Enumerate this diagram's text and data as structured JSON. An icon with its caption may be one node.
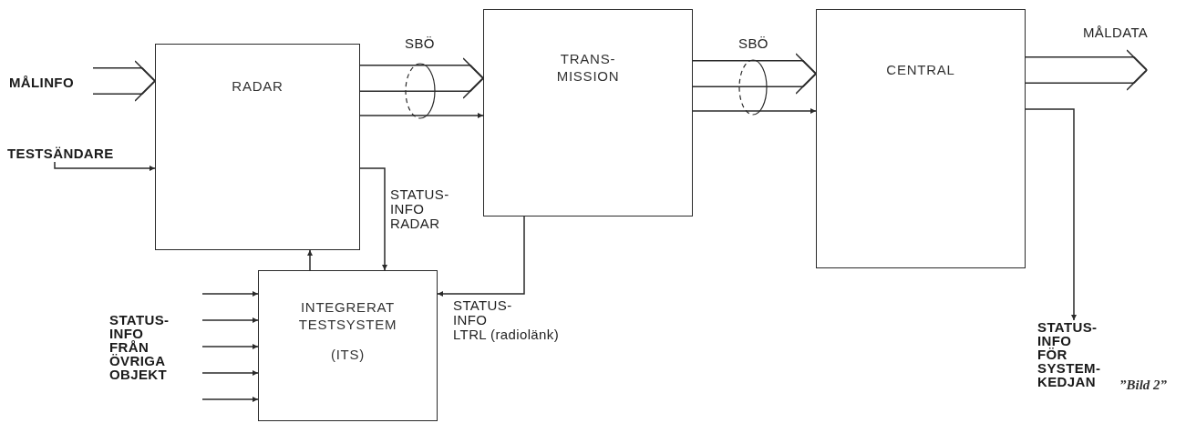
{
  "diagram": {
    "caption": "”Bild 2”",
    "nodes": [
      {
        "text": [
          "RADAR"
        ]
      },
      {
        "text": [
          "TRANS- MISSION"
        ]
      },
      {
        "text": [
          "CENTRAL"
        ]
      },
      {
        "text": [
          "INTEGRERAT TESTSYSTEM",
          "(ITS)"
        ]
      },
      {
        "text": [
          "MÅLINFO"
        ]
      },
      {
        "text": [
          "TESTSÄNDARE"
        ]
      },
      {
        "text": [
          "STATUS- INFO FRÅN ÖVRIGA OBJEKT"
        ]
      },
      {
        "text": [
          "STATUS- INFO FÖR SYSTEM- KEDJAN"
        ]
      }
    ],
    "edges": [
      {
        "from": 4,
        "to": 0,
        "arrow": "to",
        "style": "thick"
      },
      {
        "from": 5,
        "to": 0,
        "arrow": "to"
      },
      {
        "from": 0,
        "to": 1,
        "arrow": "to",
        "style": "thick",
        "label": "SBÖ"
      },
      {
        "from": 0,
        "to": 1,
        "arrow": "to"
      },
      {
        "from": 1,
        "to": 2,
        "arrow": "to",
        "style": "thick",
        "label": "SBÖ"
      },
      {
        "from": 1,
        "to": 2,
        "arrow": "to"
      },
      {
        "from": 2,
        "to": null,
        "arrow": "to",
        "style": "thick",
        "label": "MÅLDATA"
      },
      {
        "from": 2,
        "to": 7,
        "arrow": "to"
      },
      {
        "from": 3,
        "to": 0,
        "arrow": "to"
      },
      {
        "from": 0,
        "to": 3,
        "arrow": "to",
        "label": "STATUS- INFO RADAR"
      },
      {
        "from": 1,
        "to": 3,
        "arrow": "to",
        "label": "STATUS- INFO LTRL (radiolänk)"
      },
      {
        "from": 6,
        "to": 3,
        "arrow": "to"
      },
      {
        "from": 6,
        "to": 3,
        "arrow": "to"
      },
      {
        "from": 6,
        "to": 3,
        "arrow": "to"
      },
      {
        "from": 6,
        "to": 3,
        "arrow": "to"
      },
      {
        "from": 6,
        "to": 3,
        "arrow": "to"
      }
    ]
  }
}
